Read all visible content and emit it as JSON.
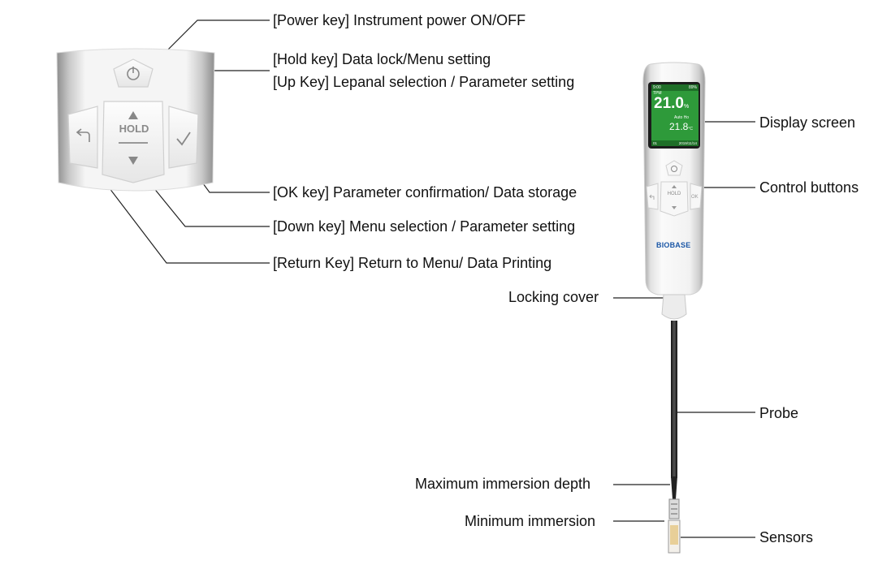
{
  "keypad_labels": {
    "power": "[Power key] Instrument power ON/OFF",
    "hold": "[Hold key] Data lock/Menu setting",
    "up": "[Up Key] Lepanal selection / Parameter setting",
    "ok": "[OK key] Parameter confirmation/ Data storage",
    "down": "[Down key] Menu selection / Parameter setting",
    "return": "[Return Key] Return to Menu/ Data Printing"
  },
  "keypad": {
    "hold_text": "HOLD"
  },
  "device_labels": {
    "display": "Display screen",
    "control": "Control buttons",
    "locking": "Locking cover",
    "probe": "Probe",
    "max_depth": "Maximum immersion depth",
    "min_immersion": "Minimum immersion",
    "sensors": "Sensors"
  },
  "device": {
    "brand": "BIOBASE",
    "screen": {
      "status_time": "9:00",
      "status_battery": "89%",
      "tpm_label": "TPM",
      "tpm_value": "21.0",
      "tpm_unit": "%",
      "mode": "Auto",
      "hold_flag": "Ho",
      "temp_value": "21.8",
      "temp_unit": "°C",
      "index": "01",
      "date": "2019/11/14"
    },
    "buttons": {
      "hold": "HOLD",
      "ok": "OK"
    }
  },
  "colors": {
    "screen_green": "#2e9a3a",
    "body_white": "#f4f4f4",
    "body_gray": "#9a9a9a",
    "brand_blue": "#1b57a6"
  }
}
